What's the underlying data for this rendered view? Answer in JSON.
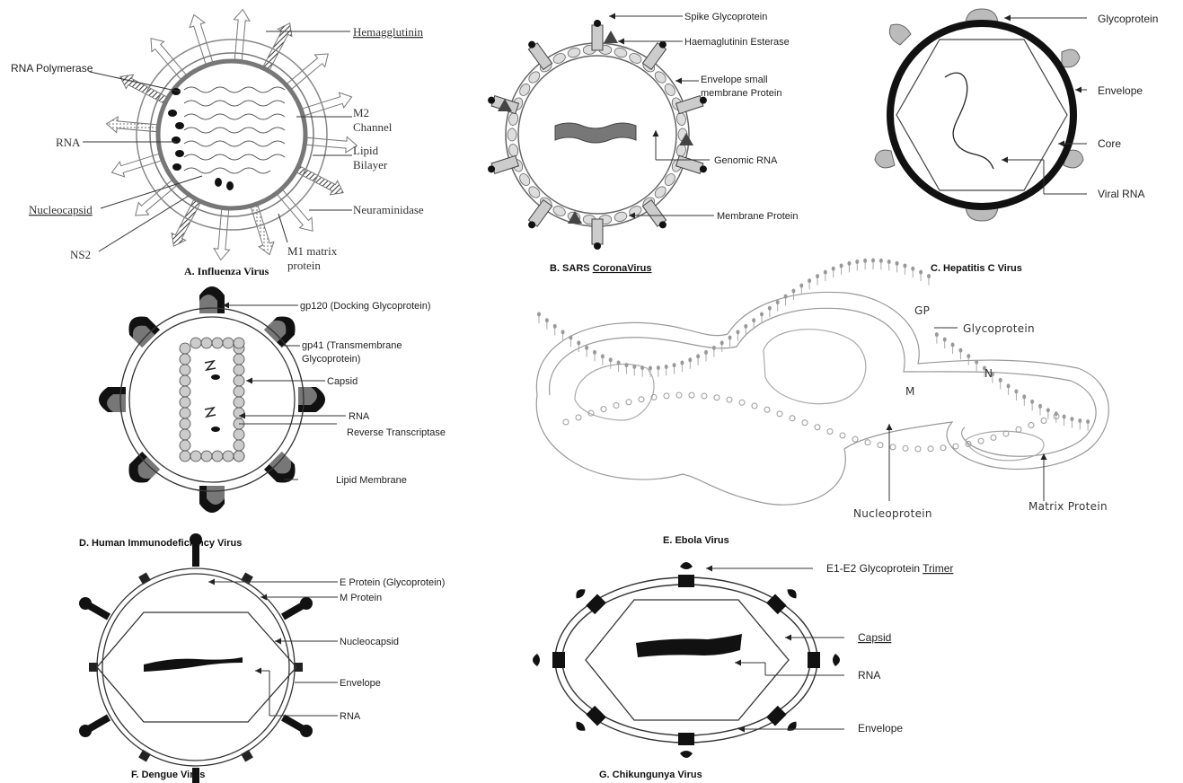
{
  "figure": {
    "panels": [
      {
        "id": "A",
        "caption": "A. Influenza Virus",
        "labels": {
          "hemagglutinin": "Hemagglutinin",
          "rna_polymerase": "RNA Polymerase",
          "m2_channel_1": "M2",
          "m2_channel_2": "Channel",
          "rna": "RNA",
          "lipid_bilayer_1": "Lipid",
          "lipid_bilayer_2": "Bilayer",
          "nucleocapsid": "Nucleocapsid",
          "neuraminidase": "Neuraminidase",
          "ns2": "NS2",
          "m1_matrix_1": "M1 matrix",
          "m1_matrix_2": "protein"
        }
      },
      {
        "id": "B",
        "caption_prefix": "B. SARS ",
        "caption_suffix": "CoronaVirus",
        "labels": {
          "spike": "Spike Glycoprotein",
          "he": "Haemaglutinin Esterase",
          "envelope_small_1": "Envelope small",
          "envelope_small_2": "membrane Protein",
          "genomic_rna": "Genomic RNA",
          "membrane_protein": "Membrane Protein"
        }
      },
      {
        "id": "C",
        "caption": "C. Hepatitis C Virus",
        "labels": {
          "glycoprotein": "Glycoprotein",
          "envelope": "Envelope",
          "core": "Core",
          "viral_rna": "Viral RNA"
        }
      },
      {
        "id": "D",
        "caption": "D. Human Immunodeficiency Virus",
        "labels": {
          "gp120": "gp120 (Docking Glycoprotein)",
          "gp41_1": "gp41 (Transmembrane",
          "gp41_2": "Glycoprotein)",
          "capsid": "Capsid",
          "rna": "RNA",
          "rt": "Reverse Transcriptase",
          "lipid_membrane": "Lipid Membrane"
        }
      },
      {
        "id": "E",
        "caption": "E. Ebola Virus",
        "labels": {
          "glycoprotein": "Glycoprotein",
          "nucleoprotein": "Nucleoprotein",
          "matrix_protein": "Matrix Protein",
          "gp_mark": "GP",
          "m_mark": "M",
          "n_mark": "N"
        }
      },
      {
        "id": "F",
        "caption": "F.  Dengue Virus",
        "labels": {
          "e_protein": "E Protein (Glycoprotein)",
          "m_protein": "M Protein",
          "nucleocapsid": "Nucleocapsid",
          "envelope": "Envelope",
          "rna": "RNA"
        }
      },
      {
        "id": "G",
        "caption": "G. Chikungunya Virus",
        "labels": {
          "e1e2_prefix": "E1-E2  Glycoprotein ",
          "e1e2_suffix": "Trimer",
          "capsid": "Capsid",
          "rna": "RNA",
          "envelope": "Envelope"
        }
      }
    ],
    "colors": {
      "ink": "#222222",
      "mid_gray": "#888888",
      "light_gray": "#cccccc",
      "dark_gray": "#555555",
      "sketch": "#999999"
    }
  }
}
